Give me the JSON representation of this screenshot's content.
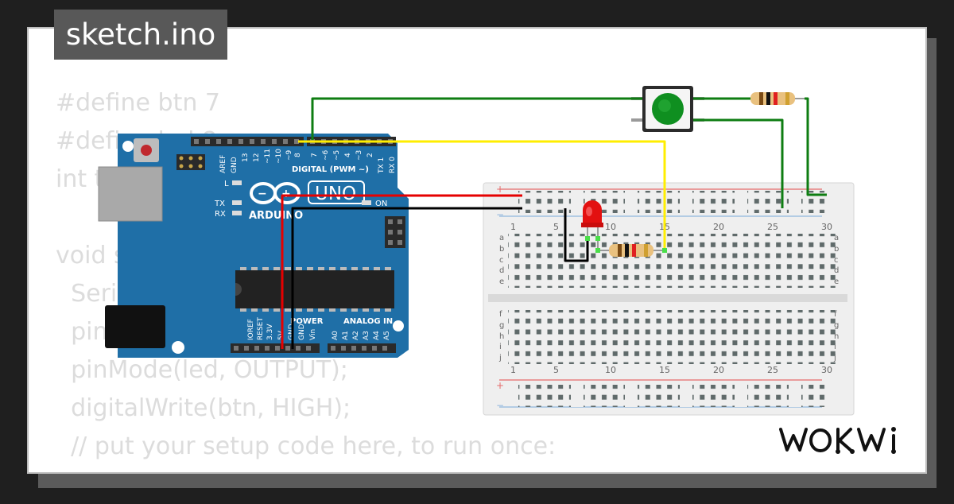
{
  "title": "sketch.ino",
  "code_lines": [
    "#define btn 7",
    "#define led 8",
    "int trig",
    "",
    "void setup() {",
    "  Serial.begin(9600);",
    "  pinMode(btn, INPUT);",
    "  pinMode(led, OUTPUT);",
    "  digitalWrite(btn, HIGH);",
    "  // put your setup code here, to run once:"
  ],
  "brand": "WOKWi",
  "arduino": {
    "model": "UNO",
    "brand_label": "ARDUINO",
    "on_label": "ON",
    "l_label": "L",
    "tx_label": "TX",
    "rx_label": "RX",
    "digital_header": "DIGITAL (PWM ~)",
    "power_header": "POWER",
    "analog_header": "ANALOG IN",
    "top_pin_labels": [
      "AREF",
      "GND",
      "13",
      "12",
      "~11",
      "~10",
      "~9",
      "8",
      "7",
      "~6",
      "~5",
      "4",
      "~3",
      "2",
      "TX 1",
      "RX 0"
    ],
    "power_pin_labels": [
      "IOREF",
      "RESET",
      "3.3V",
      "5V",
      "GND",
      "GND",
      "Vin"
    ],
    "analog_pin_labels": [
      "A0",
      "A1",
      "A2",
      "A3",
      "A4",
      "A5"
    ]
  },
  "breadboard": {
    "column_numbers": [
      "1",
      "5",
      "10",
      "15",
      "20",
      "25",
      "30"
    ],
    "rows_top": [
      "a",
      "b",
      "c",
      "d",
      "e"
    ],
    "rows_bottom": [
      "f",
      "g",
      "h",
      "i",
      "j"
    ],
    "plus": "+",
    "minus": "−"
  },
  "wire_colors": {
    "green": "#0e7d12",
    "yellow": "#ffee00",
    "red": "#e60000",
    "black": "#000000"
  },
  "board_color": "#1f6fa7",
  "led_color": "#e31010",
  "button_color": "#0f8f20"
}
